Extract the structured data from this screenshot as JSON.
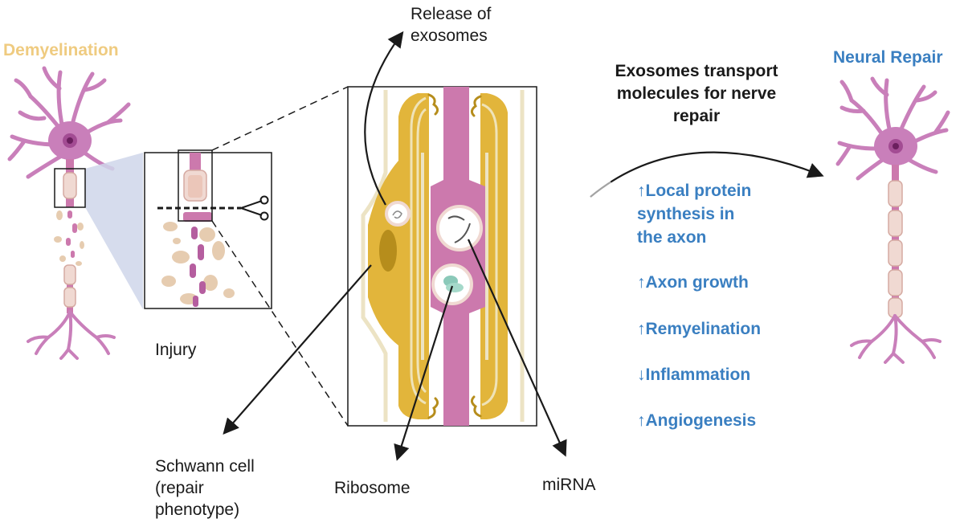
{
  "titles": {
    "demyelination": "Demyelination",
    "neural_repair": "Neural Repair",
    "transport": "Exosomes transport molecules for nerve repair"
  },
  "labels": {
    "release_line1": "Release of",
    "release_line2": "exosomes",
    "injury": "Injury",
    "schwann_line1": "Schwann cell",
    "schwann_line2": "(repair",
    "schwann_line3": "phenotype)",
    "ribosome": "Ribosome",
    "mirna": "miRNA"
  },
  "benefits": [
    {
      "arrow": "↑",
      "lines": [
        "Local protein",
        "synthesis in",
        "the axon"
      ]
    },
    {
      "arrow": "↑",
      "lines": [
        "Axon growth"
      ]
    },
    {
      "arrow": "↑",
      "lines": [
        "Remyelination"
      ]
    },
    {
      "arrow": "↓",
      "lines": [
        "Inflammation"
      ]
    },
    {
      "arrow": "↑",
      "lines": [
        "Angiogenesis"
      ]
    }
  ],
  "colors": {
    "neuron": "#c97fba",
    "neuron_dark": "#a34c93",
    "nucleus": "#8b2f7a",
    "axon": "#cc79ad",
    "myelin": "#f0d9d2",
    "myelin_stroke": "#d5aaa2",
    "schwann": "#e2b53b",
    "schwann_dark": "#b68d1c",
    "sheath": "#ece3c4",
    "debris": "#e6ccb0",
    "zoom_shade": "#cfd6ea",
    "repair_blue": "#3a7fc1",
    "demy_yellow": "#efcb80",
    "text": "#1a1a1a"
  }
}
